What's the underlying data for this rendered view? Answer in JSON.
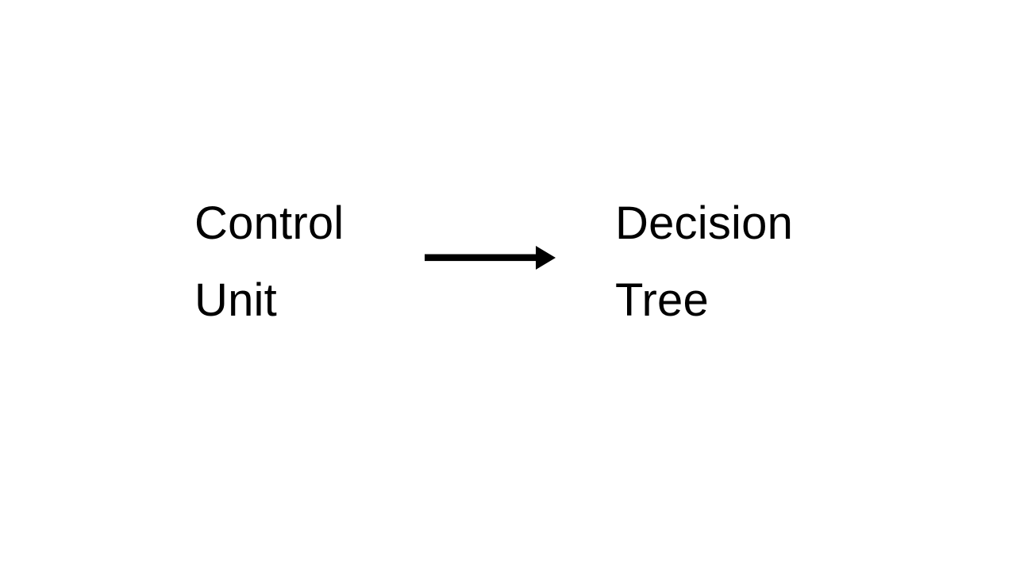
{
  "diagram": {
    "background_color": "#ffffff",
    "text_color": "#000000",
    "nodes": [
      {
        "id": "source",
        "label": "Control\nUnit",
        "name": "node-control-unit"
      },
      {
        "id": "target",
        "label": "Decision\nTree",
        "name": "node-decision-tree"
      }
    ],
    "edges": [
      {
        "id": "edge-1",
        "from": "source",
        "to": "target",
        "label": "",
        "style": "solid",
        "direction": "right",
        "color": "#000000"
      }
    ]
  }
}
